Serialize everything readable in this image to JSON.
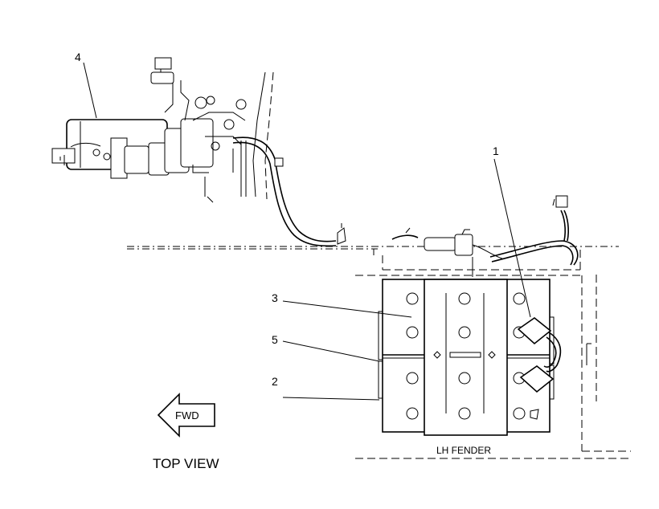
{
  "diagram": {
    "callouts": [
      {
        "id": "1",
        "label": "1"
      },
      {
        "id": "2",
        "label": "2"
      },
      {
        "id": "3",
        "label": "3"
      },
      {
        "id": "4",
        "label": "4"
      },
      {
        "id": "5",
        "label": "5"
      }
    ],
    "fender_label": "LH FENDER",
    "direction_arrow": "FWD",
    "view_label": "TOP VIEW"
  }
}
